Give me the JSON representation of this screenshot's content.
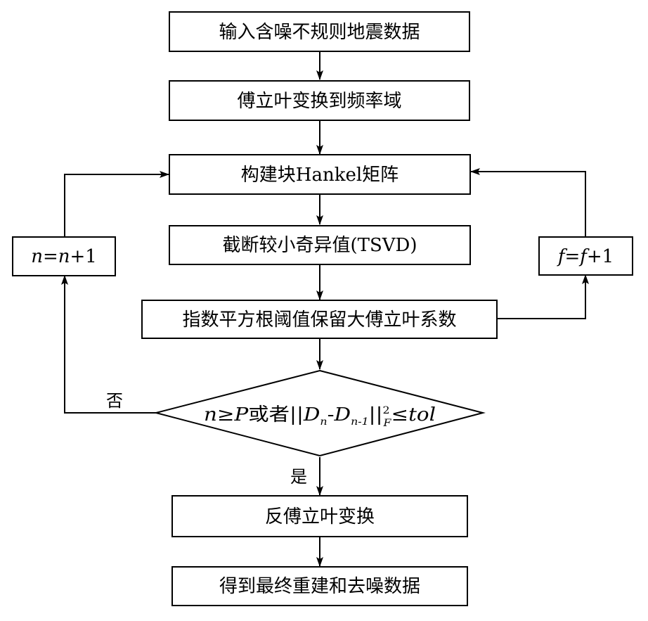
{
  "nodes": {
    "input": "输入含噪不规则地震数据",
    "fourier": "傅立叶变换到频率域",
    "hankel": "构建块Hankel矩阵",
    "tsvd": "截断较小奇异值(TSVD)",
    "threshold": "指数平方根阈值保留大傅立叶系数",
    "decision": {
      "cond_n": "n",
      "cond_ge": "≥",
      "cond_P": "P",
      "cond_or": "或者",
      "cond_norm_open": "||",
      "cond_D1": "D",
      "cond_sub_n": "n",
      "cond_minus": "-",
      "cond_D2": "D",
      "cond_sub_n1": "n-1",
      "cond_norm_close": "||",
      "cond_sup_2": "2",
      "cond_sub_F": "F",
      "cond_le": "≤",
      "cond_tol": "tol"
    },
    "inverse": "反傅立叶变换",
    "output": "得到最终重建和去噪数据",
    "n_update": {
      "lhs": "n",
      "eq": "=",
      "rhs": "n",
      "plus": "+1"
    },
    "f_update": {
      "lhs": "f",
      "eq": "=",
      "rhs": "f",
      "plus": "+1"
    }
  },
  "edge_labels": {
    "no": "否",
    "yes": "是"
  }
}
